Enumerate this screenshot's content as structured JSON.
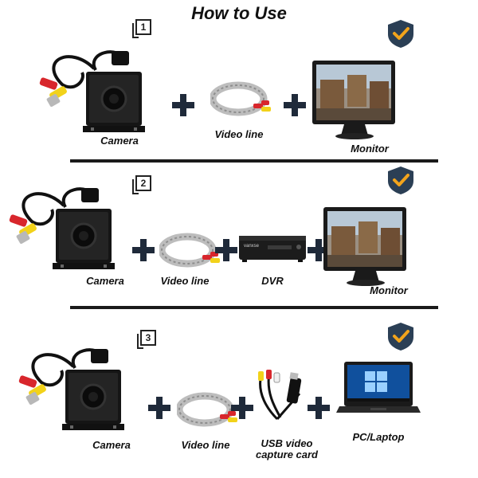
{
  "title": "How to Use",
  "colors": {
    "badge": "#2b3f55",
    "check": "#f2a41c",
    "plus": "#1f2a3a"
  },
  "sections": [
    {
      "number": "1",
      "items": {
        "camera": "Camera",
        "video_line": "Video line",
        "monitor": "Monitor"
      }
    },
    {
      "number": "2",
      "items": {
        "camera": "Camera",
        "video_line": "Video line",
        "dvr": "DVR",
        "monitor": "Monitor"
      }
    },
    {
      "number": "3",
      "items": {
        "camera": "Camera",
        "video_line": "Video line",
        "capture": "USB video\ncapture card",
        "pc": "PC/Laptop"
      }
    }
  ],
  "dvr_brand": "vanxse"
}
